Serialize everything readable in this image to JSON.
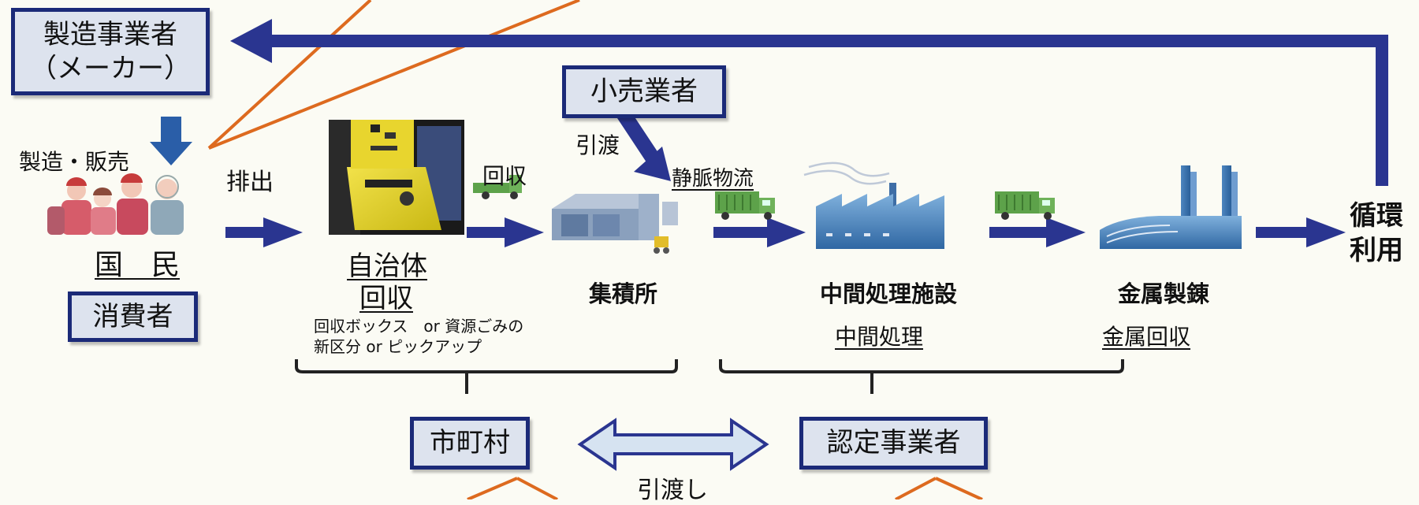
{
  "boxes": {
    "maker_line1": "製造事業者",
    "maker_line2": "（メーカー）",
    "retailer": "小売業者",
    "consumer": "消費者",
    "municipality": "市町村",
    "certified": "認定事業者"
  },
  "labels": {
    "manufacture_sale": "製造・販売",
    "discharge": "排出",
    "nation": "国　民",
    "municipal_line1": "自治体",
    "municipal_line2": "回収",
    "collection_note_line1": "回収ボックス　or 資源ごみの",
    "collection_note_line2": "新区分 or ピックアップ",
    "collect": "回収",
    "handover_retail": "引渡",
    "venous_logistics": "静脈物流",
    "collection_point": "集積所",
    "intermediate_facility": "中間処理施設",
    "intermediate_processing": "中間処理",
    "metal_refining": "金属製錬",
    "metal_recovery": "金属回収",
    "recycle_line1": "循環",
    "recycle_line2": "利用",
    "handover": "引渡し"
  },
  "colors": {
    "arrow": "#2a3590",
    "box_border": "#1b2a78",
    "box_fill": "#dde3ee",
    "steel_blue": "#3e7db8",
    "truck_green": "#5da24a",
    "orange_line": "#dd6a1f"
  },
  "icons": [
    "people-icon",
    "collection-box-photo",
    "truck-icon",
    "warehouse-icon",
    "factory-icon",
    "smelter-icon"
  ]
}
